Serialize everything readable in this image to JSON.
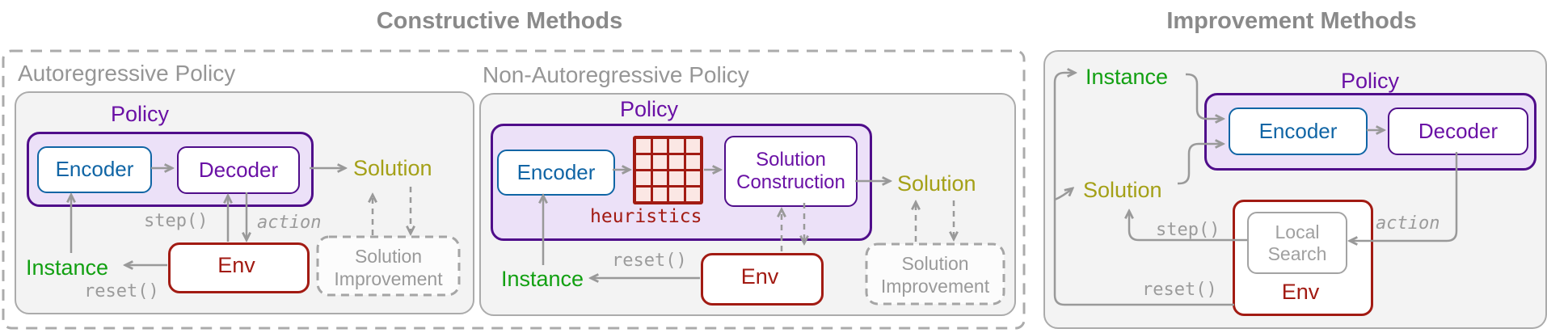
{
  "colors": {
    "title_gray": "#8a8a8a",
    "label_gray": "#969696",
    "mono_gray": "#9b9b9b",
    "arrow": "#999999",
    "panel_border": "#ababab",
    "panel_fill": "#f3f3f3",
    "purple": "#6a11a5",
    "purple_border": "#4f0d8a",
    "purple_fill": "#ece1f8",
    "blue": "#1065a5",
    "green": "#12a012",
    "olive": "#a4a017",
    "red": "#a21b13",
    "grid_cell": "#fbe7e4",
    "dashed_fill": "#fcfcfc",
    "white": "#ffffff"
  },
  "titles": {
    "constructive": "Constructive Methods",
    "improvement": "Improvement Methods"
  },
  "ar": {
    "label": "Autoregressive Policy",
    "policy": "Policy",
    "encoder": "Encoder",
    "decoder": "Decoder",
    "solution": "Solution",
    "instance": "Instance",
    "env": "Env",
    "step": "step()",
    "action": "action",
    "reset": "reset()",
    "si_line1": "Solution",
    "si_line2": "Improvement"
  },
  "nar": {
    "label": "Non-Autoregressive Policy",
    "policy": "Policy",
    "encoder": "Encoder",
    "heuristics": "heuristics",
    "sc_line1": "Solution",
    "sc_line2": "Construction",
    "solution": "Solution",
    "instance": "Instance",
    "env": "Env",
    "reset": "reset()",
    "si_line1": "Solution",
    "si_line2": "Improvement"
  },
  "imp": {
    "policy": "Policy",
    "instance": "Instance",
    "solution": "Solution",
    "encoder": "Encoder",
    "decoder": "Decoder",
    "env": "Env",
    "ls_line1": "Local",
    "ls_line2": "Search",
    "step": "step()",
    "action": "action",
    "reset": "reset()"
  }
}
